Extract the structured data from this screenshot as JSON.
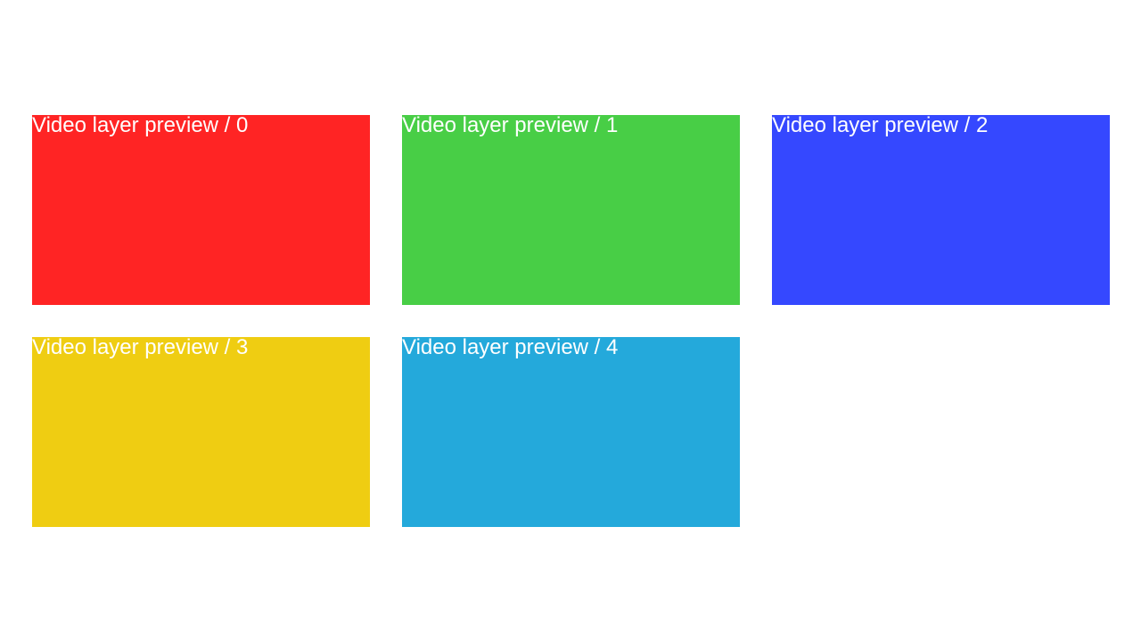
{
  "layers": [
    {
      "label": "Video layer preview / 0",
      "color": "#ff2424"
    },
    {
      "label": "Video layer preview / 1",
      "color": "#48ce46"
    },
    {
      "label": "Video layer preview / 2",
      "color": "#3548ff"
    },
    {
      "label": "Video layer preview / 3",
      "color": "#efcd12"
    },
    {
      "label": "Video layer preview / 4",
      "color": "#24a9db"
    }
  ]
}
